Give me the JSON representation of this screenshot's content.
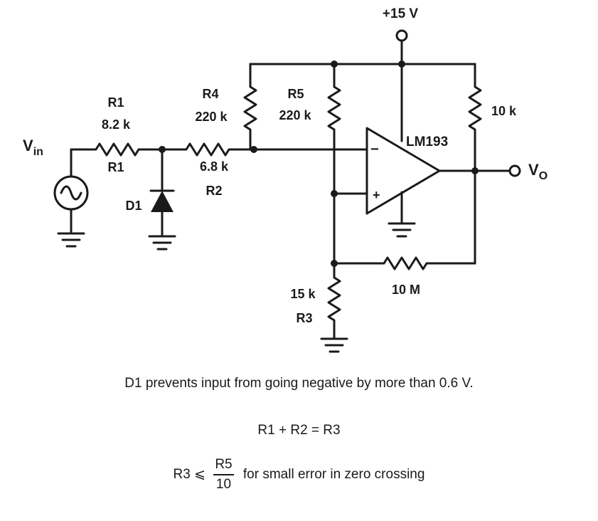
{
  "labels": {
    "supply": "+15 V",
    "vin_v": "V",
    "vin_sub": "in",
    "r1_top_name": "R1",
    "r1_top_value": "8.2 k",
    "r1_bottom_name": "R1",
    "r2_value": "6.8 k",
    "r2_name": "R2",
    "r4_name": "R4",
    "r4_value": "220 k",
    "r5_name": "R5",
    "r5_value": "220 k",
    "pullup_value": "10 k",
    "ic_name": "LM193",
    "minus_sign": "−",
    "plus_sign": "+",
    "vout_v": "V",
    "vout_sub": "O",
    "d1_name": "D1",
    "r3_value": "15 k",
    "r3_name": "R3",
    "feedback_value": "10 M"
  },
  "notes": {
    "line1": "D1 prevents input from going negative by more than 0.6 V.",
    "line2": "R1 + R2 = R3",
    "line3_lhs": "R3 ⩽",
    "line3_num": "R5",
    "line3_den": "10",
    "line3_rhs": "for small error in zero crossing"
  }
}
